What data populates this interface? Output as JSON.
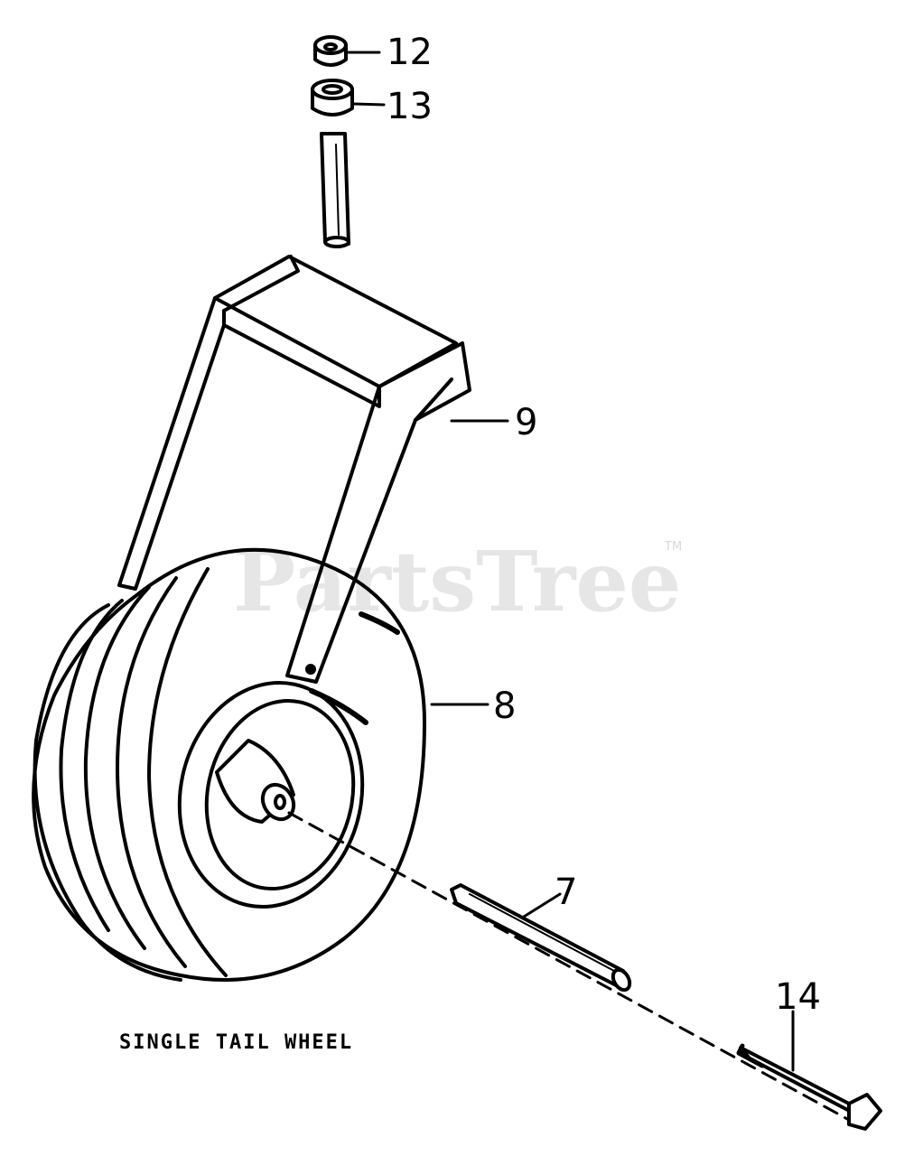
{
  "diagram": {
    "caption": "SINGLE TAIL WHEEL",
    "watermark": "PartsTree",
    "watermark_mark": "TM",
    "callouts": [
      {
        "id": "12",
        "part": "nut"
      },
      {
        "id": "13",
        "part": "spacer"
      },
      {
        "id": "9",
        "part": "fork"
      },
      {
        "id": "8",
        "part": "wheel"
      },
      {
        "id": "7",
        "part": "axle-sleeve"
      },
      {
        "id": "14",
        "part": "bolt"
      }
    ]
  }
}
